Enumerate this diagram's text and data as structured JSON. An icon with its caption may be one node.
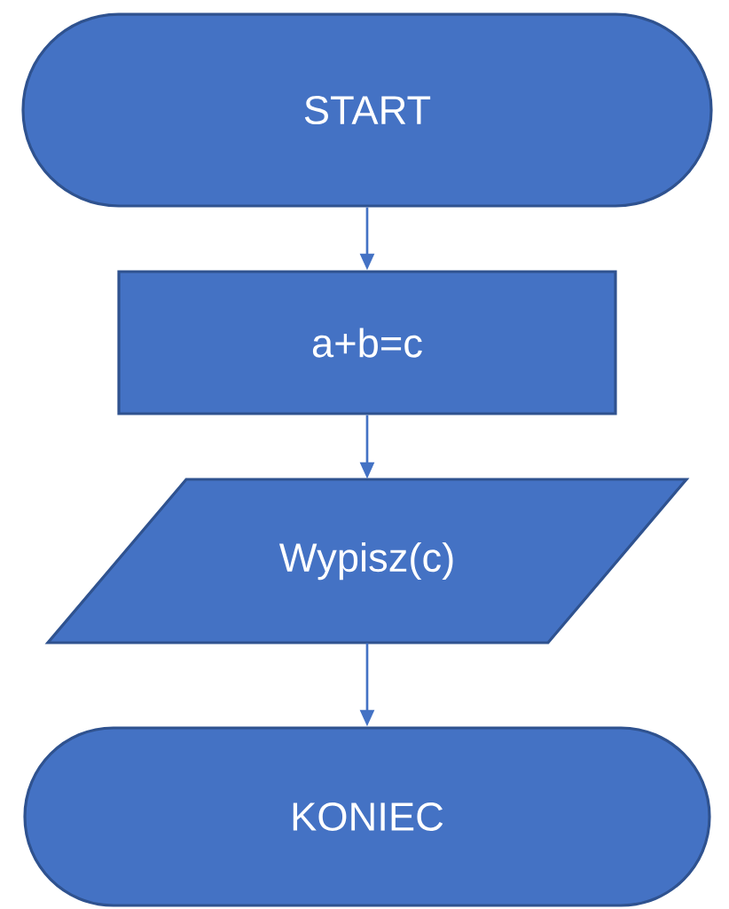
{
  "diagram": {
    "nodes": [
      {
        "text": [
          "START"
        ]
      },
      {
        "text": [
          "a+b=c"
        ]
      },
      {
        "text": [
          "Wypisz(c)"
        ]
      },
      {
        "text": [
          "KONIEC"
        ]
      }
    ],
    "edges": [
      {
        "from": 0,
        "to": 1,
        "arrow": "to"
      },
      {
        "from": 1,
        "to": 2,
        "arrow": "to"
      },
      {
        "from": 2,
        "to": 3,
        "arrow": "to"
      }
    ]
  }
}
